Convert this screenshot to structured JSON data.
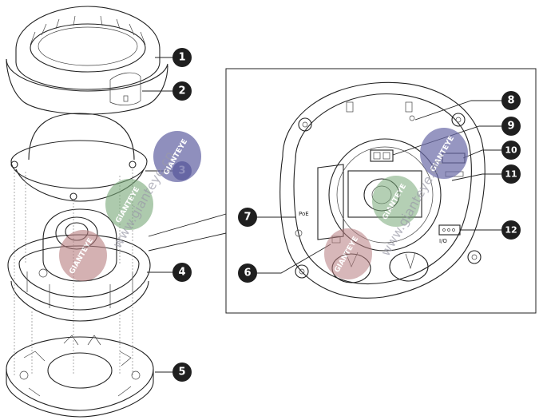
{
  "callouts": [
    {
      "number": "1"
    },
    {
      "number": "2"
    },
    {
      "number": "3"
    },
    {
      "number": "4"
    },
    {
      "number": "5"
    },
    {
      "number": "6"
    },
    {
      "number": "7"
    },
    {
      "number": "8"
    },
    {
      "number": "9"
    },
    {
      "number": "10"
    },
    {
      "number": "11"
    },
    {
      "number": "12"
    }
  ],
  "board_labels": {
    "poe": "PoE",
    "io": "I/O"
  },
  "watermark": {
    "brand": "GIANTEYE",
    "url": "www.gianteye.cn"
  },
  "colors": {
    "callout_fill": "#1f1f1f",
    "callout_fill_3": "#5a5a9a",
    "wm_purple": "#6a6aa8",
    "wm_green": "#78a878",
    "wm_red": "#b87e80"
  }
}
